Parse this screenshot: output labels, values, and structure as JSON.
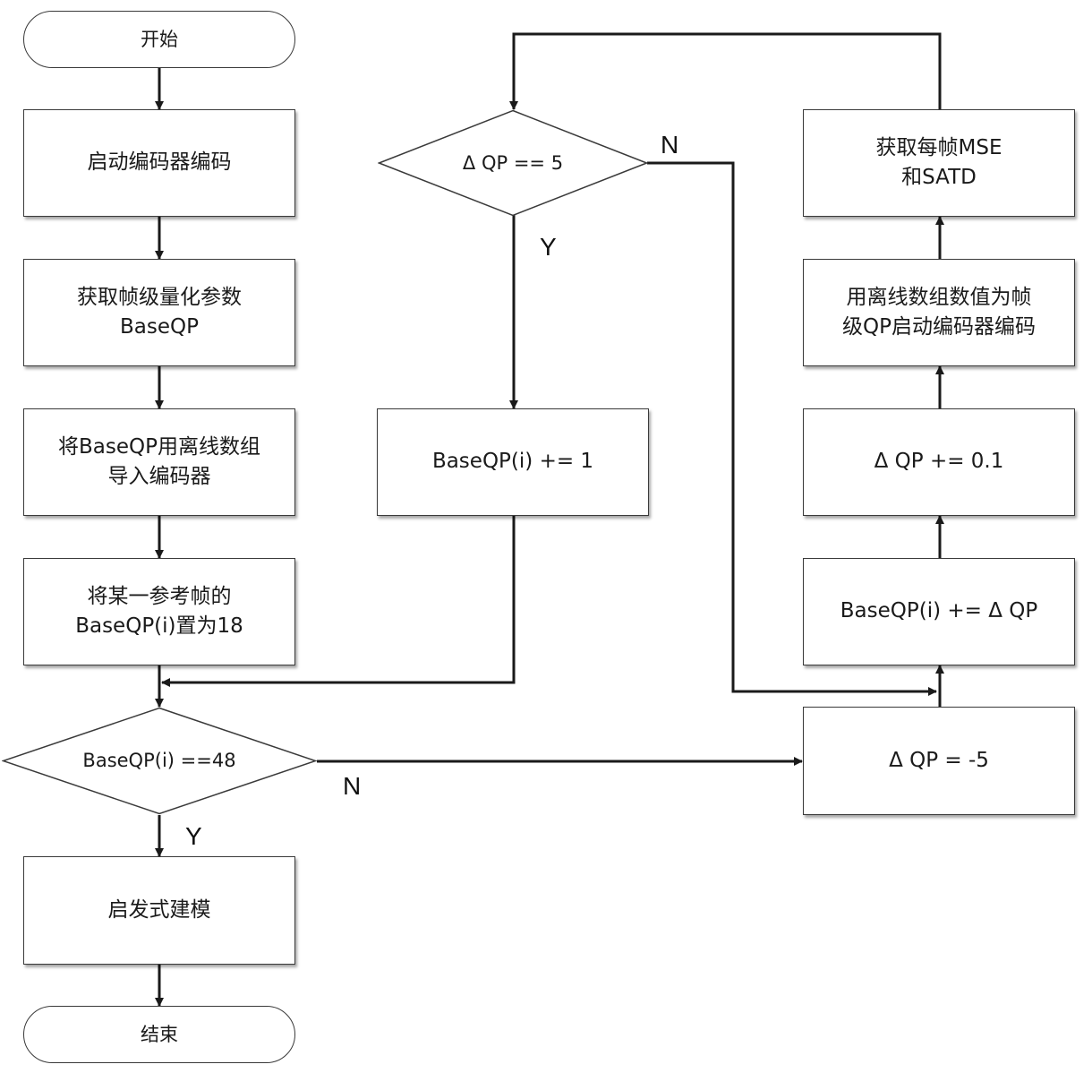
{
  "nodes": {
    "start": "开始",
    "start_encoder": "启动编码器编码",
    "get_base_qp": "获取帧级量化参数\nBaseQP",
    "import_offline": "将BaseQP用离线数组\n导入编码器",
    "set_ref_frame": "将某一参考帧的\nBaseQP(i)置为18",
    "check_base_qp": "BaseQP(i) ==48",
    "heuristic_model": "启发式建模",
    "end": "结束",
    "check_delta_qp": "Δ QP == 5",
    "inc_base_qp": "BaseQP(i) += 1",
    "get_mse_satd": "获取每帧MSE\n和SATD",
    "encode_offline": "用离线数组数值为帧\n级QP启动编码器编码",
    "inc_delta_qp": "Δ QP += 0.1",
    "add_delta_qp": "BaseQP(i) += Δ QP",
    "init_delta_qp": "Δ QP = -5"
  },
  "branch_labels": {
    "check_base_qp_yes": "Y",
    "check_base_qp_no": "N",
    "check_delta_qp_yes": "Y",
    "check_delta_qp_no": "N"
  },
  "colors": {
    "line": "#1a1a1a",
    "border": "#3a3a3a",
    "text": "#1a1a1a"
  }
}
